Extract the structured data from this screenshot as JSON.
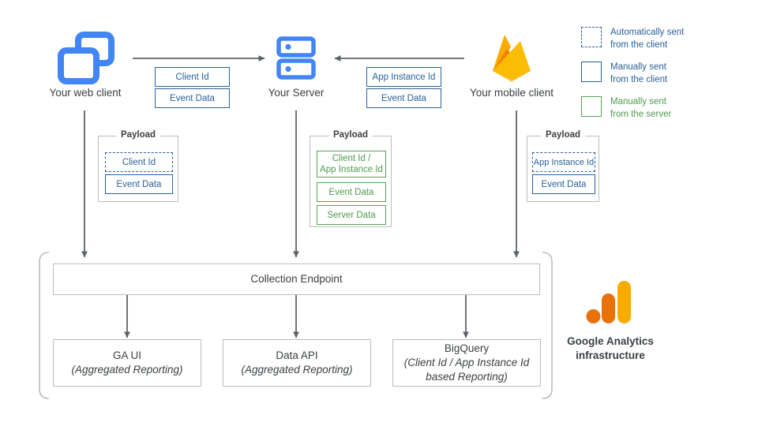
{
  "nodes": {
    "web_client": "Your web client",
    "server": "Your Server",
    "mobile_client": "Your mobile client"
  },
  "flows": {
    "web_to_server": [
      "Client Id",
      "Event Data"
    ],
    "mobile_to_server": [
      "App Instance Id",
      "Event Data"
    ]
  },
  "payloads": {
    "title": "Payload",
    "web": [
      "Client Id",
      "Event Data"
    ],
    "server": [
      "Client Id /\nApp Instance Id",
      "Event Data",
      "Server Data"
    ],
    "mobile": [
      "App Instance Id",
      "Event Data"
    ]
  },
  "legend": [
    {
      "style": "dashed-blue",
      "line1": "Automatically sent",
      "line2": "from the client"
    },
    {
      "style": "solid-blue",
      "line1": "Manually sent",
      "line2": "from the client"
    },
    {
      "style": "solid-green",
      "line1": "Manually sent",
      "line2": "from the server"
    }
  ],
  "infrastructure": {
    "endpoint": "Collection Endpoint",
    "outputs": [
      {
        "title": "GA UI",
        "sub": "(Aggregated Reporting)"
      },
      {
        "title": "Data API",
        "sub": "(Aggregated Reporting)"
      },
      {
        "title": "BigQuery",
        "sub": "(Client Id / App Instance Id\nbased Reporting)"
      }
    ],
    "caption_line1": "Google Analytics",
    "caption_line2": "infrastructure"
  },
  "colors": {
    "blue": "#2a6099",
    "green": "#5aa05a",
    "icon_blue": "#4285f4",
    "arrow_grey": "#5f6368",
    "box_grey": "#bdbdbd",
    "ga_orange": "#e8710a",
    "ga_amber": "#f9ab00"
  },
  "icons": {
    "web": "browser-windows-icon",
    "server": "server-rack-icon",
    "mobile": "firebase-flame-icon",
    "analytics": "google-analytics-bars-icon"
  }
}
